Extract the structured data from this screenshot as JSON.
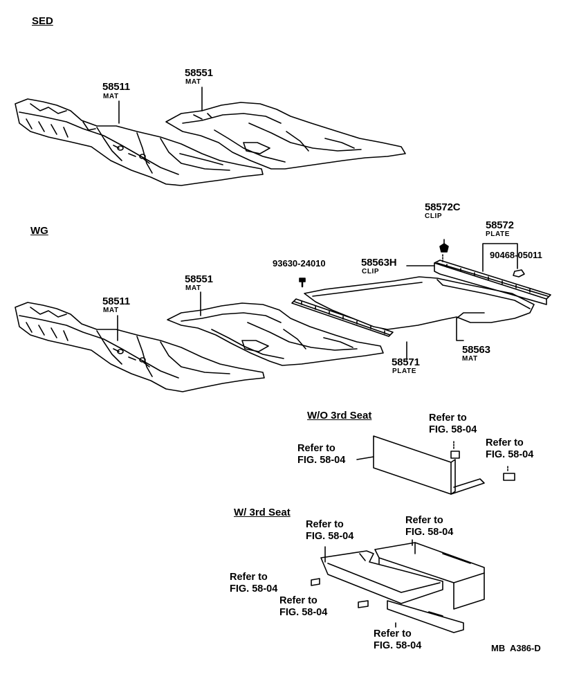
{
  "sections": {
    "sed": "SED",
    "wg": "WG",
    "wo_3rd_seat": "W/O 3rd Seat",
    "w_3rd_seat": "W/ 3rd Seat"
  },
  "parts": {
    "sed_front_mat": {
      "number": "58511",
      "name": "MAT"
    },
    "sed_rear_mat": {
      "number": "58551",
      "name": "MAT"
    },
    "wg_front_mat": {
      "number": "58511",
      "name": "MAT"
    },
    "wg_rear_mat": {
      "number": "58551",
      "name": "MAT"
    },
    "wg_screw": {
      "number": "93630-24010"
    },
    "wg_clip_h": {
      "number": "58563H",
      "name": "CLIP"
    },
    "wg_clip_c": {
      "number": "58572C",
      "name": "CLIP"
    },
    "wg_plate_upper": {
      "number": "58572",
      "name": "PLATE"
    },
    "wg_nut": {
      "number": "90468-05011"
    },
    "wg_plate_lower": {
      "number": "58571",
      "name": "PLATE"
    },
    "wg_cargo_mat": {
      "number": "58563",
      "name": "MAT"
    }
  },
  "references": {
    "wo_left": [
      "Refer to",
      "FIG. 58-04"
    ],
    "wo_top": [
      "Refer to",
      "FIG. 58-04"
    ],
    "wo_right": [
      "Refer to",
      "FIG. 58-04"
    ],
    "w_top_left": [
      "Refer to",
      "FIG. 58-04"
    ],
    "w_top_right": [
      "Refer to",
      "FIG. 58-04"
    ],
    "w_mid_left": [
      "Refer to",
      "FIG. 58-04"
    ],
    "w_mid": [
      "Refer to",
      "FIG. 58-04"
    ],
    "w_bottom": [
      "Refer to",
      "FIG. 58-04"
    ]
  },
  "figure_code": "MB  A386-D"
}
